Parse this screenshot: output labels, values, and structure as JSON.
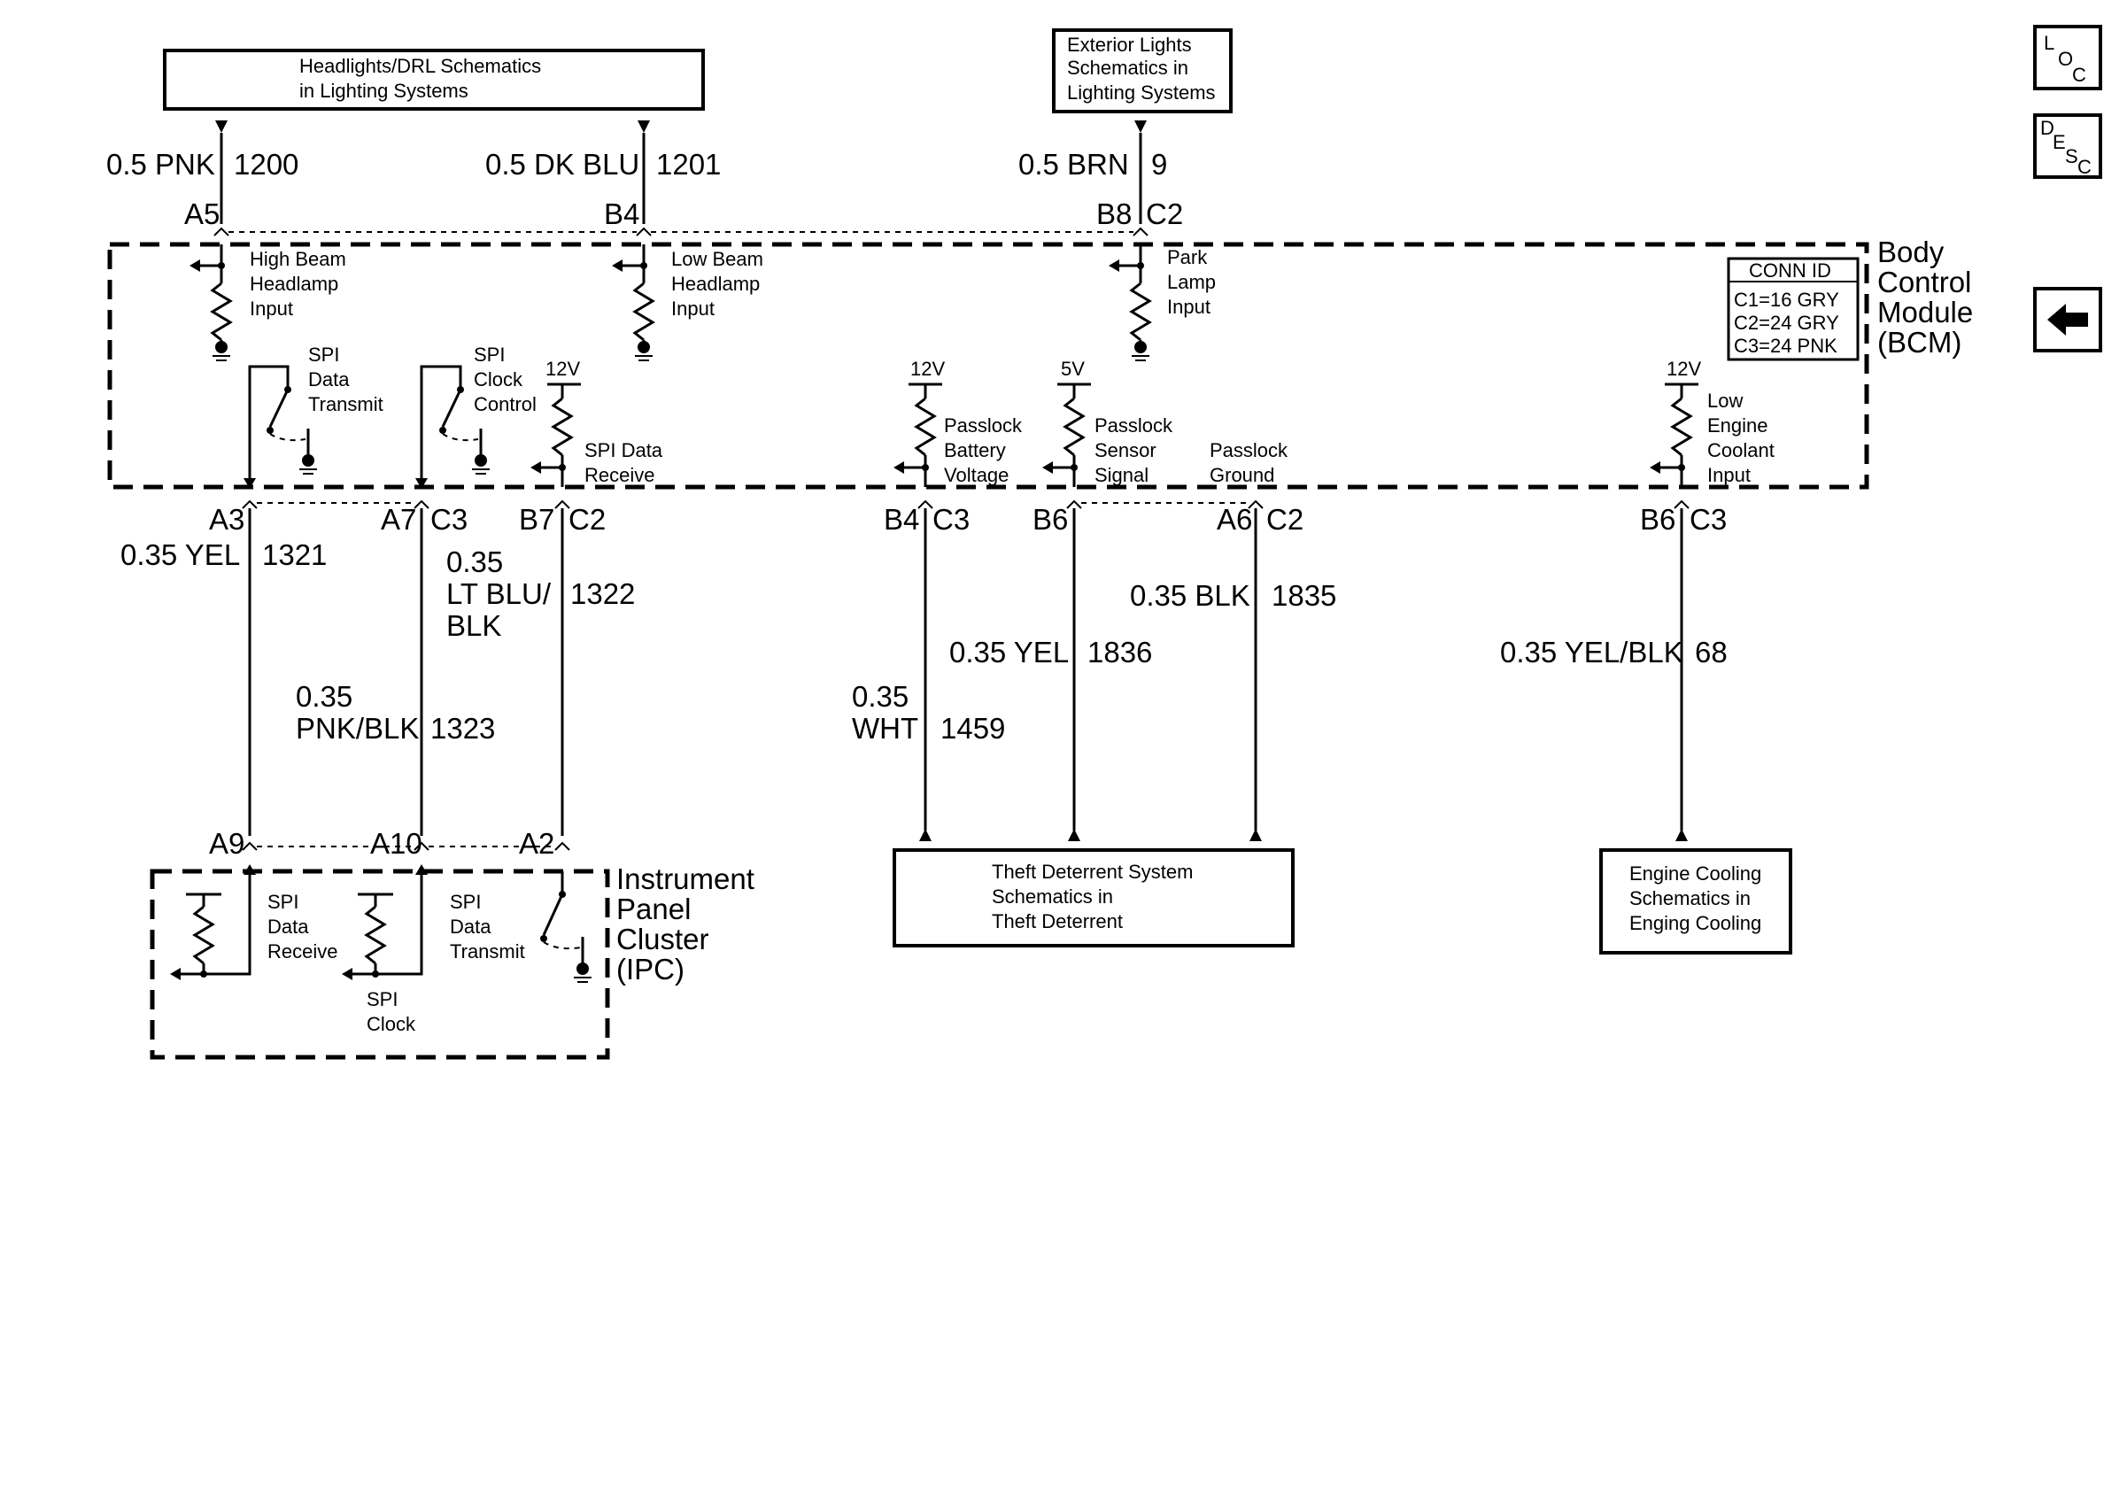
{
  "top_boxes": {
    "headlights": [
      "Headlights/DRL Schematics",
      "in Lighting Systems"
    ],
    "exterior": [
      "Exterior Lights",
      "Schematics in",
      "Lighting Systems"
    ]
  },
  "bottom_boxes": {
    "theft": [
      "Theft Deterrent System",
      "Schematics in",
      "Theft Deterrent"
    ],
    "cooling": [
      "Engine Cooling",
      "Schematics in",
      "Enging Cooling"
    ]
  },
  "nav": {
    "loc": [
      "L",
      "O",
      "C"
    ],
    "desc": [
      "D",
      "E",
      "S",
      "C"
    ],
    "back": "back-arrow"
  },
  "bcm": {
    "label": [
      "Body",
      "Control",
      "Module",
      "(BCM)"
    ],
    "conn_id": {
      "title": "CONN ID",
      "rows": [
        "C1=16 GRY",
        "C2=24 GRY",
        "C3=24 PNK"
      ]
    },
    "inputs": {
      "high_beam": [
        "High Beam",
        "Headlamp",
        "Input"
      ],
      "low_beam": [
        "Low Beam",
        "Headlamp",
        "Input"
      ],
      "park": [
        "Park",
        "Lamp",
        "Input"
      ],
      "spi_tx": [
        "SPI",
        "Data",
        "Transmit"
      ],
      "spi_clk": [
        "SPI",
        "Clock",
        "Control"
      ],
      "spi_rx": [
        "SPI Data",
        "Receive"
      ],
      "passlock_batt": [
        "Passlock",
        "Battery",
        "Voltage"
      ],
      "passlock_sensor": [
        "Passlock",
        "Sensor",
        "Signal"
      ],
      "passlock_gnd": [
        "Passlock",
        "Ground"
      ],
      "coolant": [
        "Low",
        "Engine",
        "Coolant",
        "Input"
      ]
    },
    "voltages": {
      "spi_rx": "12V",
      "passlock_batt": "12V",
      "passlock_sensor": "5V",
      "coolant": "12V"
    }
  },
  "ipc": {
    "label": [
      "Instrument",
      "Panel",
      "Cluster",
      "(IPC)"
    ],
    "spi_rx": [
      "SPI",
      "Data",
      "Receive"
    ],
    "spi_clk": [
      "SPI",
      "Clock"
    ],
    "spi_tx": [
      "SPI",
      "Data",
      "Transmit"
    ]
  },
  "pins": {
    "a5": "A5",
    "b4_top": "B4",
    "b8": "B8",
    "c2_top": "C2",
    "a3": "A3",
    "a7": "A7",
    "c3_a": "C3",
    "b7": "B7",
    "c2_b": "C2",
    "b4_bot": "B4",
    "c3_b": "C3",
    "b6_a": "B6",
    "a6": "A6",
    "c2_c": "C2",
    "b6_b": "B6",
    "c3_c": "C3",
    "a9": "A9",
    "a10": "A10",
    "a2": "A2"
  },
  "wires": {
    "w1200": {
      "color": "0.5 PNK",
      "circuit": "1200"
    },
    "w1201": {
      "color": "0.5 DK BLU",
      "circuit": "1201"
    },
    "w9": {
      "color": "0.5 BRN",
      "circuit": "9"
    },
    "w1321": {
      "color": "0.35 YEL",
      "circuit": "1321"
    },
    "w1322": {
      "color": [
        "0.35",
        "LT BLU/",
        "BLK"
      ],
      "circuit": "1322"
    },
    "w1323": {
      "color": [
        "0.35",
        "PNK/BLK"
      ],
      "circuit": "1323"
    },
    "w1459": {
      "color": [
        "0.35",
        "WHT"
      ],
      "circuit": "1459"
    },
    "w1836": {
      "color": "0.35 YEL",
      "circuit": "1836"
    },
    "w1835": {
      "color": "0.35 BLK",
      "circuit": "1835"
    },
    "w68": {
      "color": "0.35 YEL/BLK",
      "circuit": "68"
    }
  }
}
